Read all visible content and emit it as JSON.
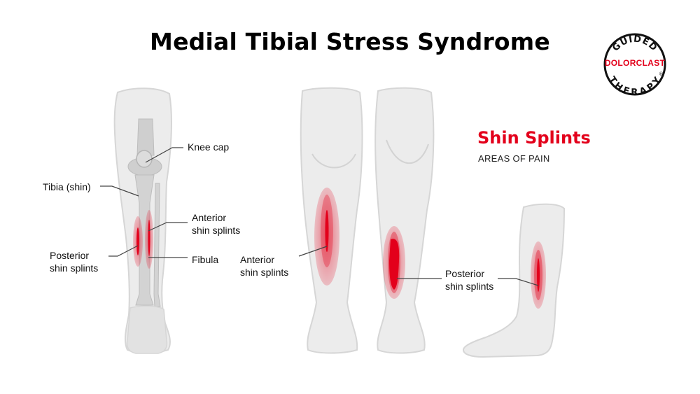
{
  "title": "Medial Tibial Stress Syndrome",
  "logo": {
    "top": "GUIDED",
    "middle": "DOLORCLAST",
    "bottom": "THERAPY",
    "mark": "®"
  },
  "legend": {
    "title": "Shin Splints",
    "subtitle": "AREAS OF PAIN"
  },
  "labels": {
    "knee_cap": "Knee cap",
    "tibia": "Tibia (shin)",
    "anterior_1": [
      "Anterior",
      "shin splints"
    ],
    "posterior_1": [
      "Posterior",
      "shin splints"
    ],
    "fibula": "Fibula",
    "anterior_2": [
      "Anterior",
      "shin splints"
    ],
    "posterior_2": [
      "Posterior",
      "shin splints"
    ]
  },
  "colors": {
    "accent": "#e3001b",
    "leg": "#ececec",
    "bone": "#cfcfcf",
    "outline": "#d6d6d6"
  }
}
